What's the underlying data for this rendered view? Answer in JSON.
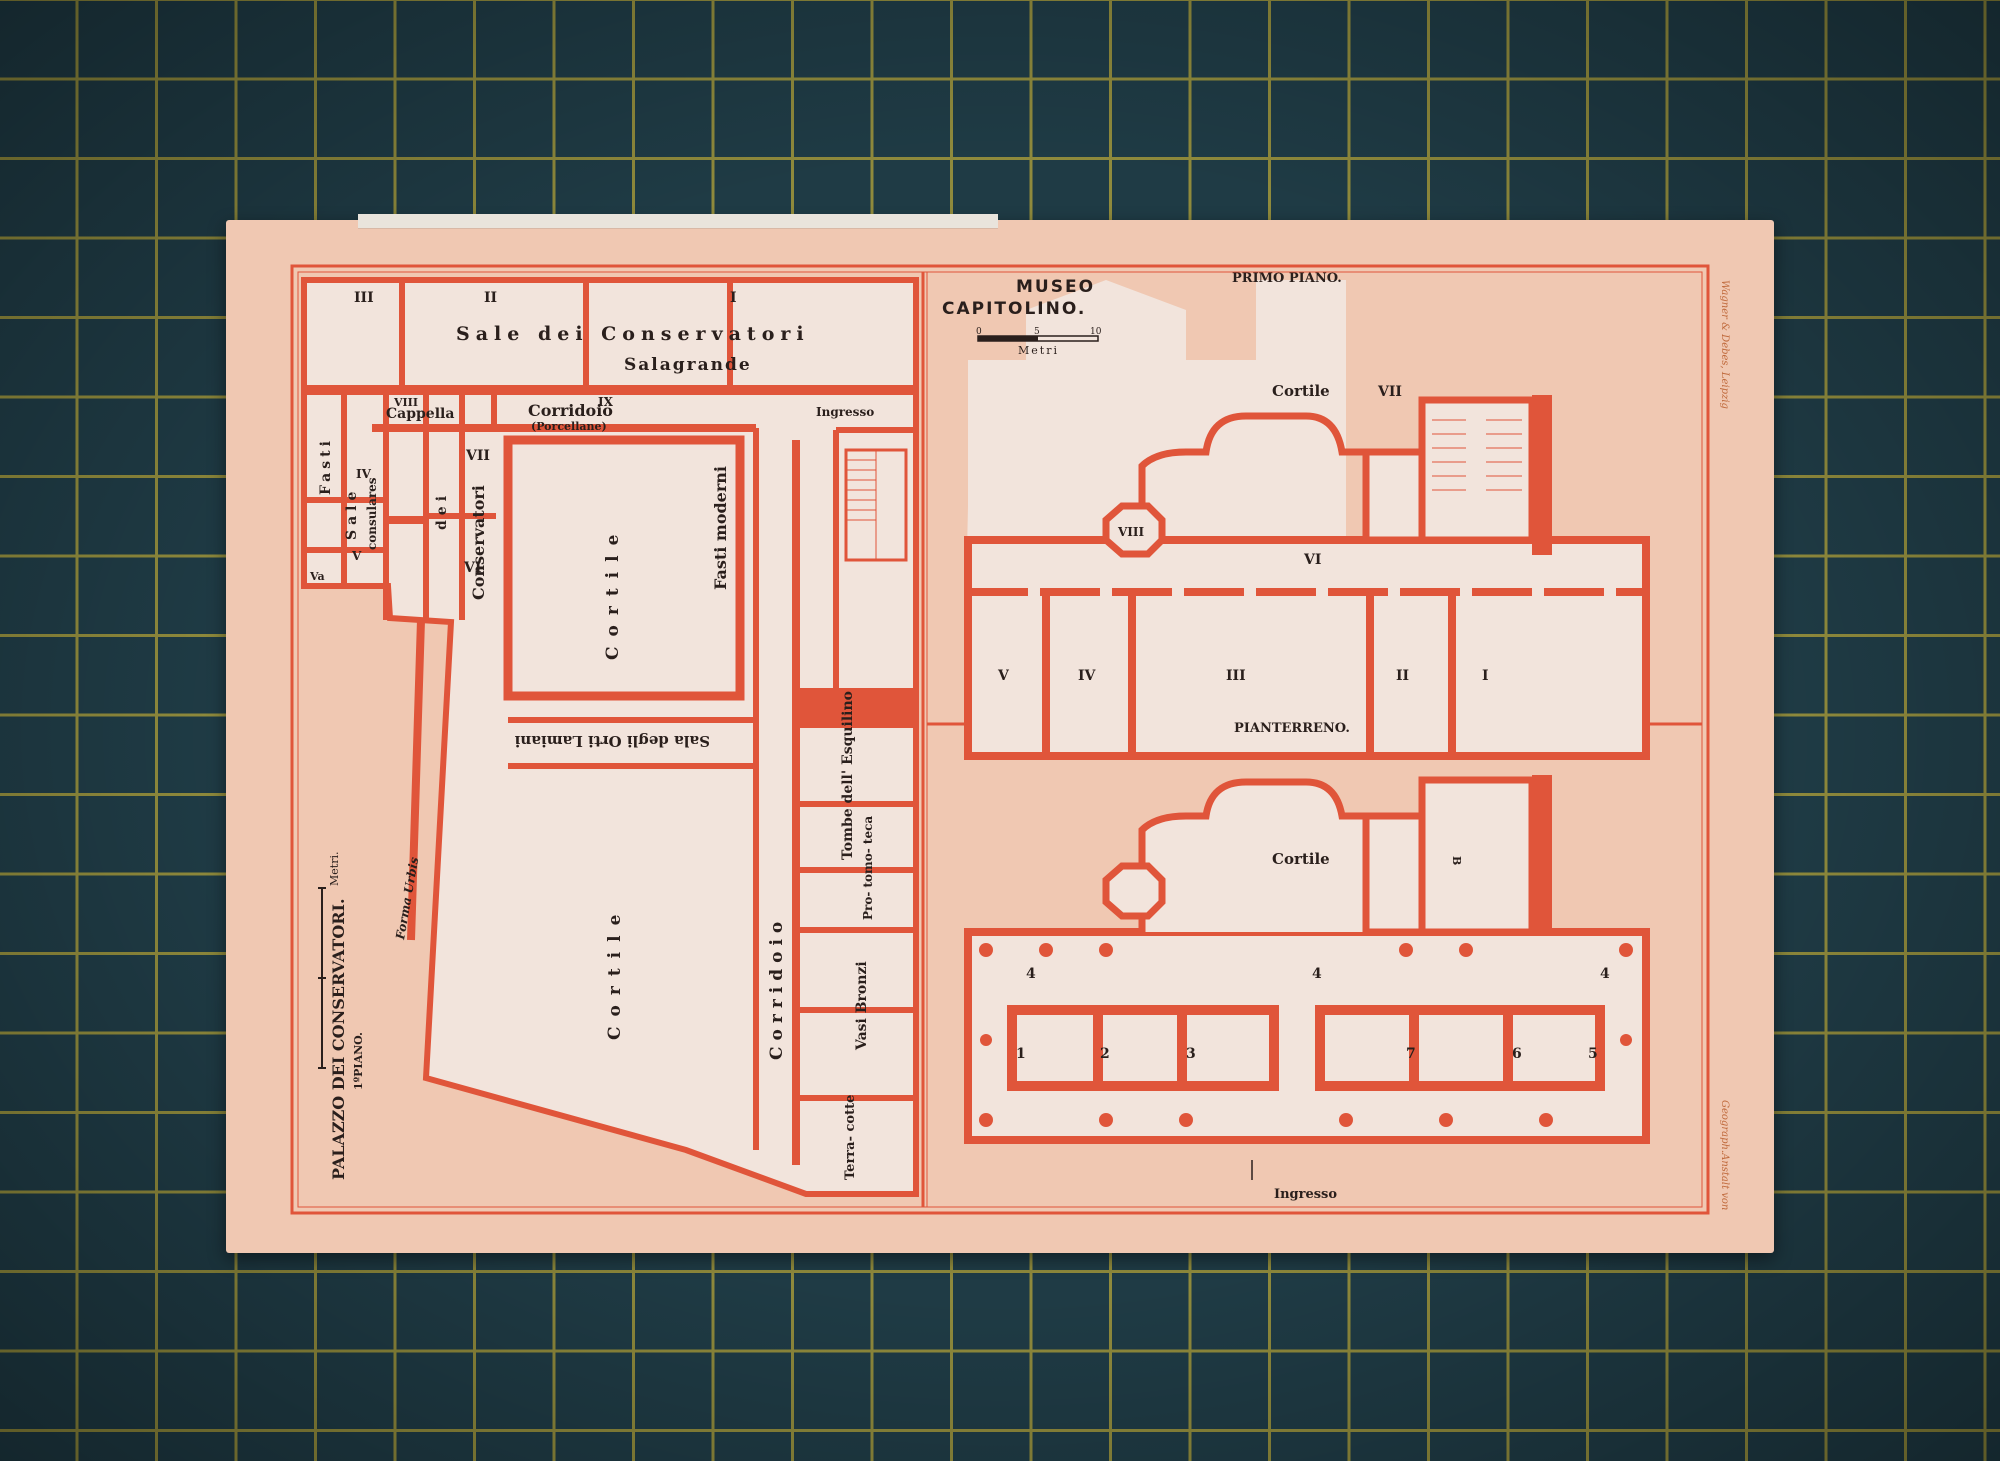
{
  "palazzo": {
    "title": "PALAZZO DEI CONSERVATORI.",
    "floor": "1ºPIANO.",
    "scale_label": "Metri.",
    "labels": {
      "sale_dei_conservatori": "Sale dei Conservatori",
      "salagrande": "Salagrande",
      "cappella": "Cappella",
      "corridoio_top": "Corridoio",
      "porcellane": "(Porcellane)",
      "ingresso": "Ingresso",
      "fasti": "Fasti",
      "consulares": "consulares",
      "sale": "Sale",
      "dei": "dei",
      "conservatori_vert": "Conservatori",
      "cortile": "Cortile",
      "fasti_moderni": "Fasti moderni",
      "sala_orti": "Sala degli Orti Lamiani",
      "forma_urbis": "Forma Urbis",
      "corridoio": "Corridoio",
      "tombe": "Tombe dell' Esquilino",
      "protomoteca": "Pro- tomo- teca",
      "vasi_bronzi": "Vasi Bronzi",
      "terracotte": "Terra- cotte"
    },
    "numerals": {
      "I": "I",
      "II": "II",
      "III": "III",
      "IV": "IV",
      "V": "V",
      "Va": "Va",
      "VI": "VI",
      "VII": "VII",
      "VIII": "VIII",
      "IX": "IX"
    }
  },
  "museo": {
    "title_line1": "MUSEO",
    "title_line2": "CAPITOLINO.",
    "scale_ticks": [
      "0",
      "5",
      "10"
    ],
    "scale_label": "Metri",
    "primo_piano": {
      "heading": "PRIMO PIANO.",
      "cortile": "Cortile",
      "rooms": [
        "I",
        "II",
        "III",
        "IV",
        "V",
        "VI",
        "VII",
        "VIII"
      ]
    },
    "pianterreno": {
      "heading": "PIANTERRENO.",
      "cortile": "Cortile",
      "rooms": [
        "1",
        "2",
        "3",
        "4",
        "4",
        "4",
        "5",
        "6",
        "7"
      ],
      "ingresso": "Ingresso",
      "stair_mark": "B"
    }
  },
  "credits": {
    "right_margin": "Wagner & Debes, Leipzig",
    "bottom_right": "Geograph.Anstalt von"
  },
  "colors": {
    "paper": "#f0c8b2",
    "ink": "#e0553a",
    "room_fill": "#f2e4dc",
    "mat": "#1f3b45",
    "grid_line": "#8f8a3c"
  }
}
